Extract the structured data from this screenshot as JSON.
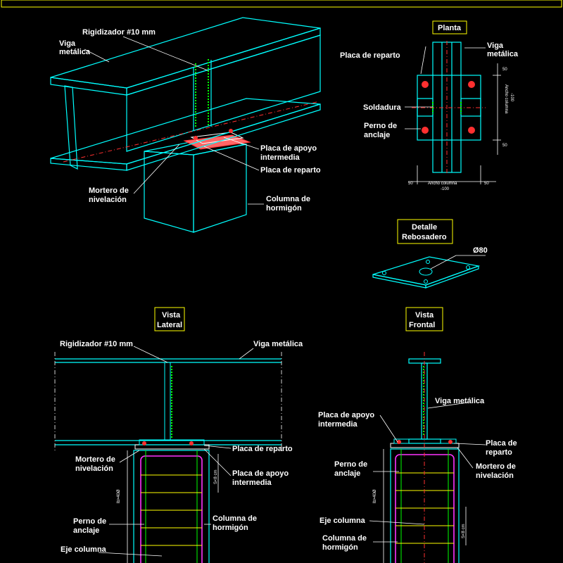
{
  "iso": {
    "rigidizador": "Rigidizador #10 mm",
    "viga": [
      "Viga",
      "metálica"
    ],
    "placa_apoyo": [
      "Placa de apoyo",
      "intermedia"
    ],
    "placa_reparto": "Placa de reparto",
    "mortero": [
      "Mortero de",
      "nivelación"
    ],
    "columna": [
      "Columna de",
      "hormigón"
    ]
  },
  "planta": {
    "title": "Planta",
    "placa_reparto": "Placa de reparto",
    "viga": [
      "Viga",
      "metálica"
    ],
    "soldadura": "Soldadura",
    "perno": [
      "Perno de",
      "anclaje"
    ],
    "dim_50_a": "50",
    "dim_50_b": "50",
    "dim_50_c": "50",
    "dim_50_d": "50",
    "ancho_col_v": [
      "Ancho columna",
      "-100"
    ],
    "ancho_col_h": [
      "Ancho columna",
      "-100"
    ]
  },
  "detalle": {
    "title": [
      "Detalle",
      "Rebosadero"
    ],
    "diam": "Ø80"
  },
  "lateral": {
    "title": [
      "Vista",
      "Lateral"
    ],
    "rigidizador": "Rigidizador #10 mm",
    "viga": "Viga metálica",
    "mortero": [
      "Mortero de",
      "nivelación"
    ],
    "placa_reparto": "Placa de reparto",
    "placa_apoyo": [
      "Placa de apoyo",
      "intermedia"
    ],
    "perno": [
      "Perno de",
      "anclaje"
    ],
    "columna": [
      "Columna de",
      "hormigón"
    ],
    "eje": "Eje columna",
    "lb": "lb>40Ø",
    "s": "S<8 cm"
  },
  "frontal": {
    "title": [
      "Vista",
      "Frontal"
    ],
    "viga": "Viga metálica",
    "placa_apoyo": [
      "Placa de apoyo",
      "intermedia"
    ],
    "placa_reparto": [
      "Placa de",
      "reparto"
    ],
    "perno": [
      "Perno de",
      "anclaje"
    ],
    "mortero": [
      "Mortero de",
      "nivelación"
    ],
    "eje": "Eje columna",
    "columna": [
      "Columna de",
      "hormigón"
    ],
    "lb": "lb>40Ø",
    "s": "S<8 cm"
  }
}
